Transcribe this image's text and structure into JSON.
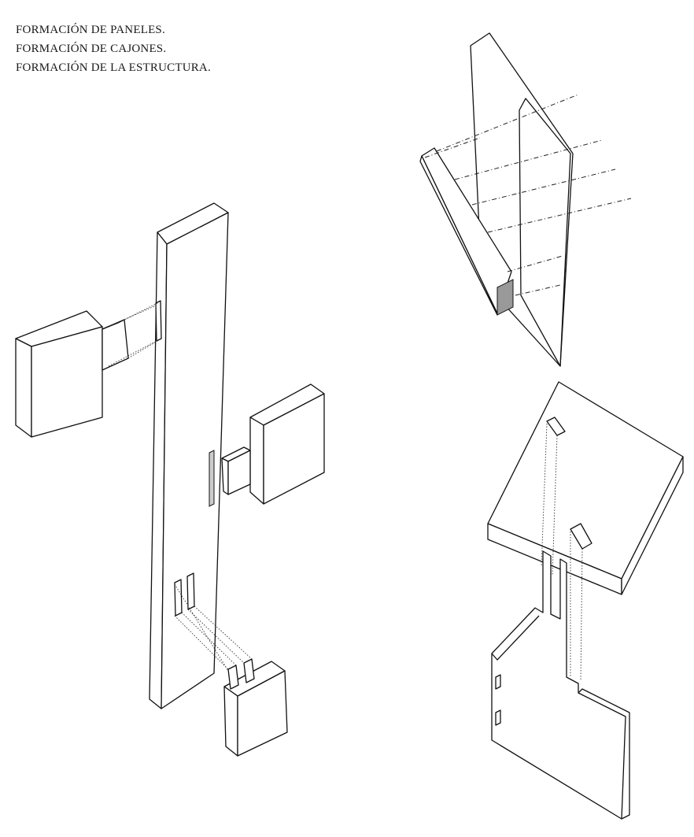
{
  "captions": [
    "FORMACIÓN DE PANELES.",
    "FORMACIÓN DE CAJONES.",
    "FORMACIÓN DE LA ESTRUCTURA."
  ]
}
